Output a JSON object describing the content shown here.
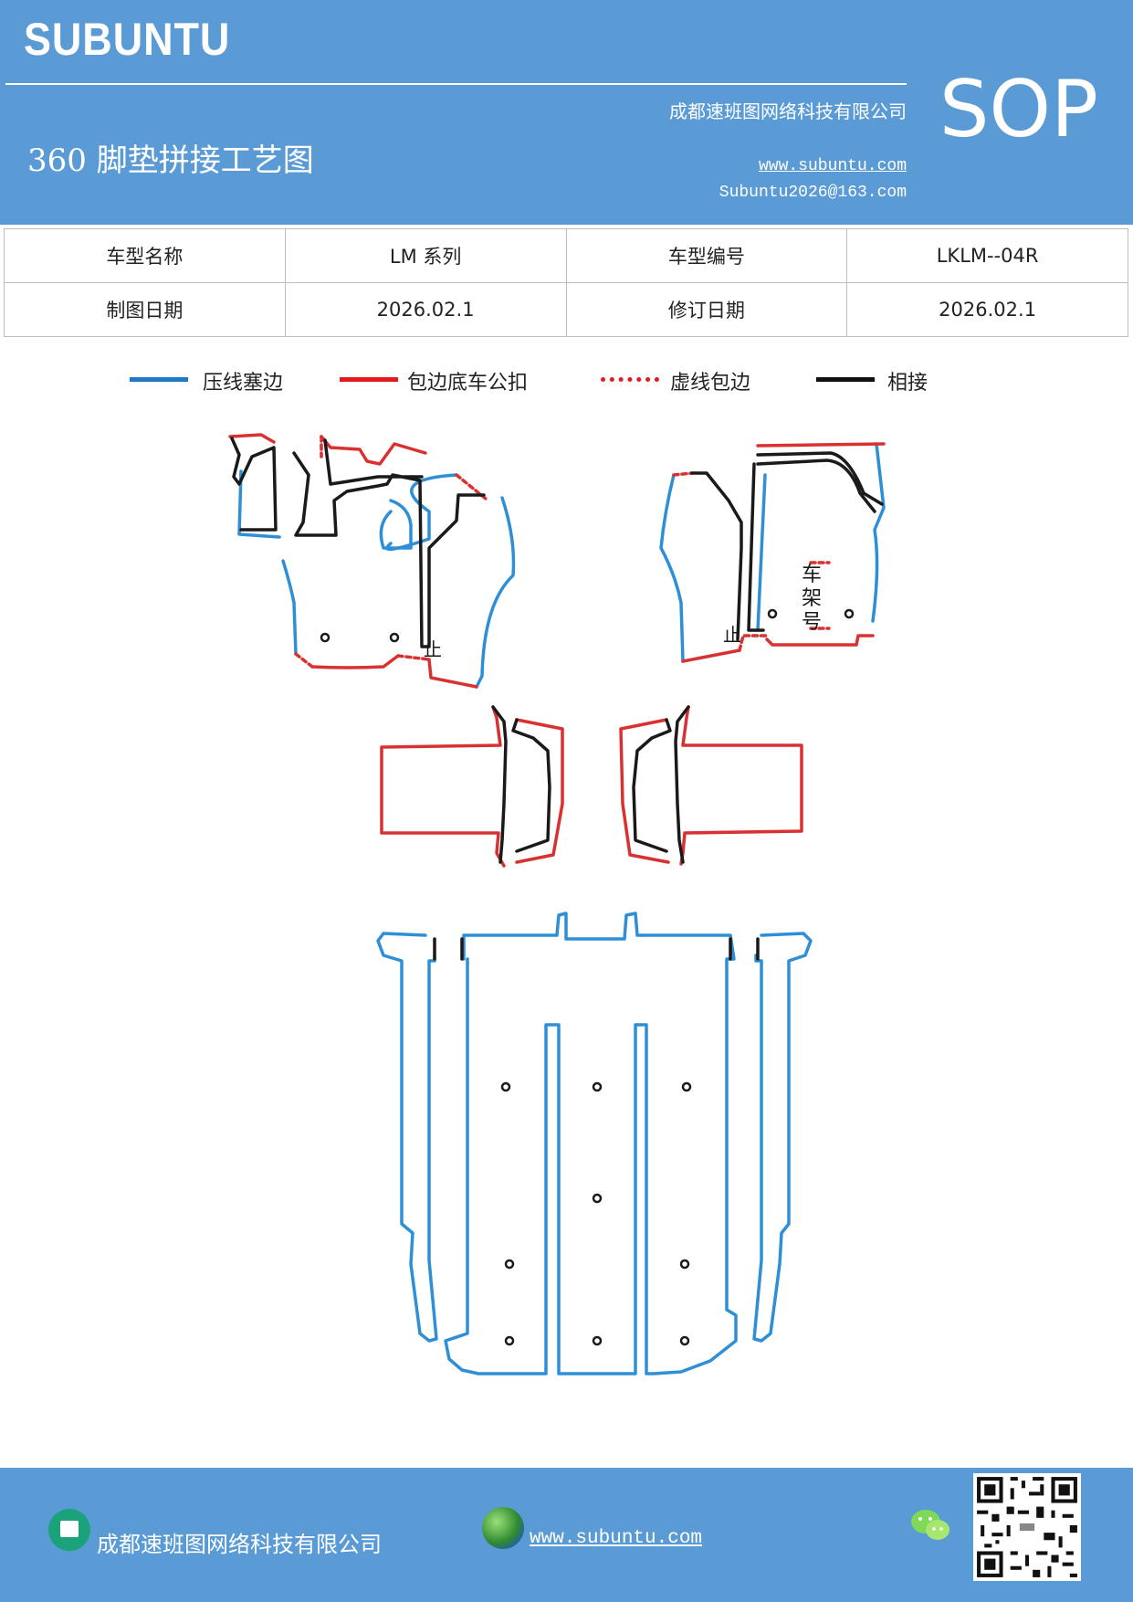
{
  "header": {
    "brand": "SUBUNTU",
    "company": "成都速班图网络科技有限公司",
    "sop": "SOP",
    "title": "360 脚垫拼接工艺图",
    "website": "www.subuntu.com",
    "email": "Subuntu2026@163.com"
  },
  "info_table": {
    "rows": [
      [
        "车型名称",
        "LM 系列",
        "车型编号",
        "LKLM--04R"
      ],
      [
        "制图日期",
        "2026.02.1",
        "修订日期",
        "2026.02.1"
      ]
    ]
  },
  "legend": [
    {
      "label": "压线塞边",
      "color": "#1f78c8",
      "style": "solid"
    },
    {
      "label": "包边底车公扣",
      "color": "#e11b1b",
      "style": "solid"
    },
    {
      "label": "虚线包边",
      "color": "#e11b1b",
      "style": "dotted"
    },
    {
      "label": "相接",
      "color": "#111111",
      "style": "solid"
    }
  ],
  "diagram": {
    "frame_label": [
      "车",
      "架",
      "号"
    ],
    "stop_mark": "止",
    "colors": {
      "blue": "#2f8fd6",
      "red": "#d93131",
      "black": "#1a1a1a"
    }
  },
  "footer": {
    "company": "成都速班图网络科技有限公司",
    "website": "www.subuntu.com",
    "icons": [
      "building-icon",
      "globe-icon",
      "wechat-icon",
      "qr-code"
    ]
  }
}
